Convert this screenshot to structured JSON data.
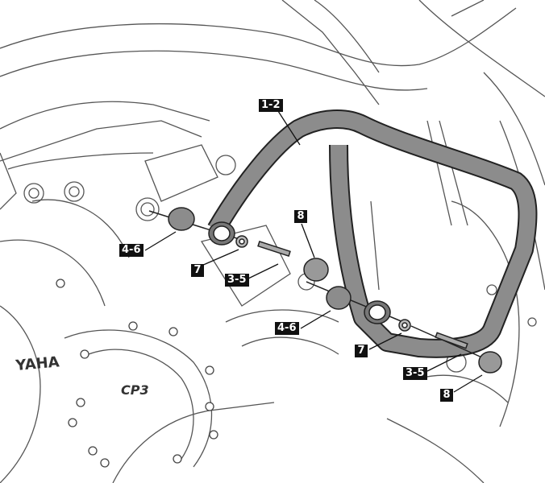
{
  "diagram": {
    "labels": {
      "bar": "1-2",
      "cap_top": "8",
      "spacer_left": "4-6",
      "washer_left": "7",
      "bolt_left": "3-5",
      "spacer_right": "4-6",
      "washer_right": "7",
      "bolt_right": "3-5",
      "cap_bottom": "8"
    },
    "engine_logo": "YAHA",
    "cover_logo": "CP3"
  }
}
